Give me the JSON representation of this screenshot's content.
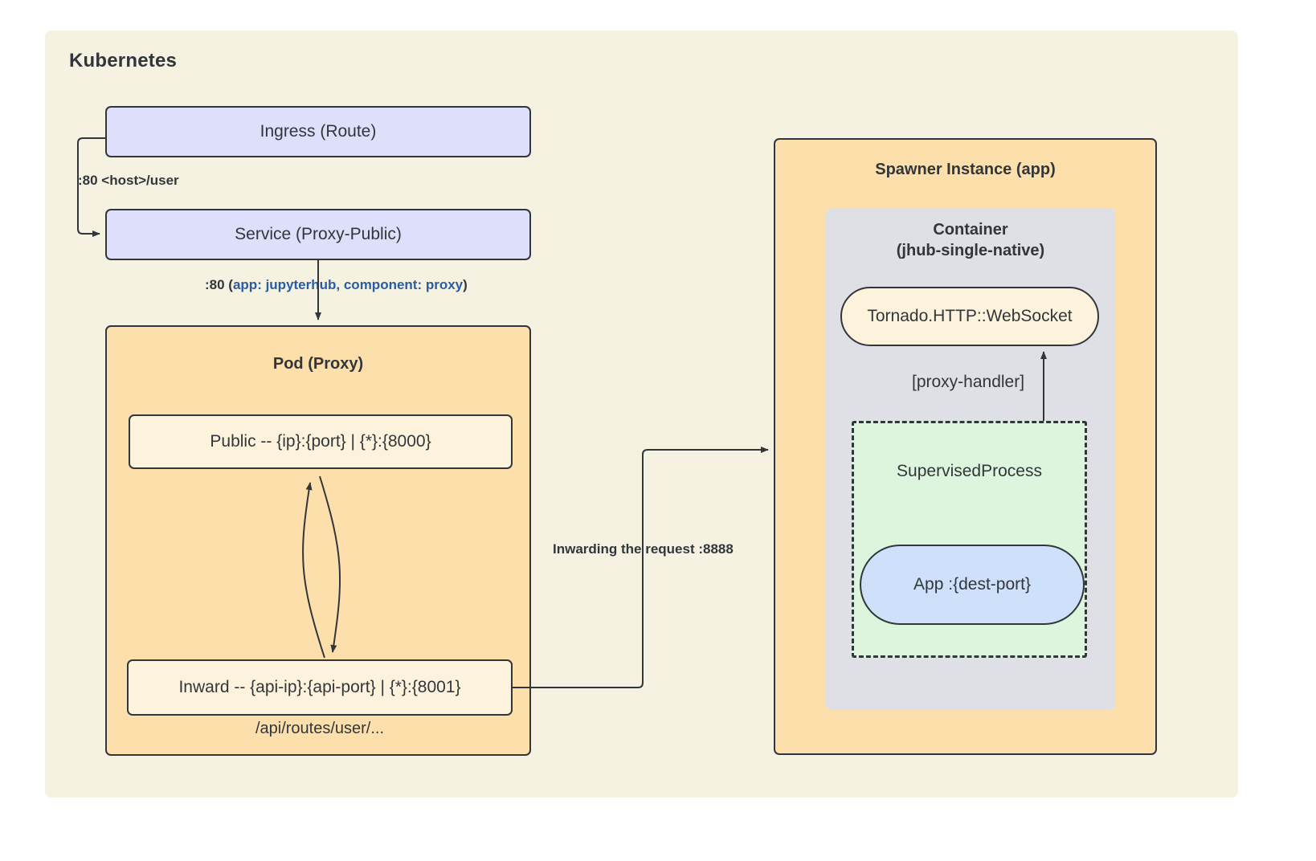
{
  "diagram": {
    "title": "Kubernetes",
    "groups": {
      "pod_proxy": "Pod (Proxy)",
      "spawner_instance": "Spawner Instance (app)",
      "container": "Container\n(jhub-single-native)",
      "container_line1": "Container",
      "container_line2": "(jhub-single-native)"
    },
    "nodes": {
      "ingress": "Ingress (Route)",
      "service": "Service (Proxy-Public)",
      "public": "Public -- {ip}:{port} | {*}:{8000}",
      "inward": "Inward -- {api-ip}:{api-port} | {*}:{8001}",
      "api_routes": "/api/routes/user/...",
      "tornado": "Tornado.HTTP::WebSocket",
      "supervised_process": "SupervisedProcess",
      "app": "App :{dest-port}"
    },
    "edge_labels": {
      "host_user": ":80 <host>/user",
      "port80_prefix": ":80 (",
      "port80_accent": "app: jupyterhub, component: proxy",
      "port80_suffix": ")",
      "inwarding": "Inwarding the request :8888",
      "proxy_handler": "[proxy-handler]"
    },
    "colors": {
      "canvas": "#ffffff",
      "frame": "#f5f2e2",
      "purple": "#dedffb",
      "orange": "#fddfab",
      "cream": "#fdf3dd",
      "grey": "#dee0e5",
      "green": "#ddf5dc",
      "blue": "#cfe0fb",
      "stroke": "#31363b",
      "accent": "#2a5d9e"
    }
  }
}
